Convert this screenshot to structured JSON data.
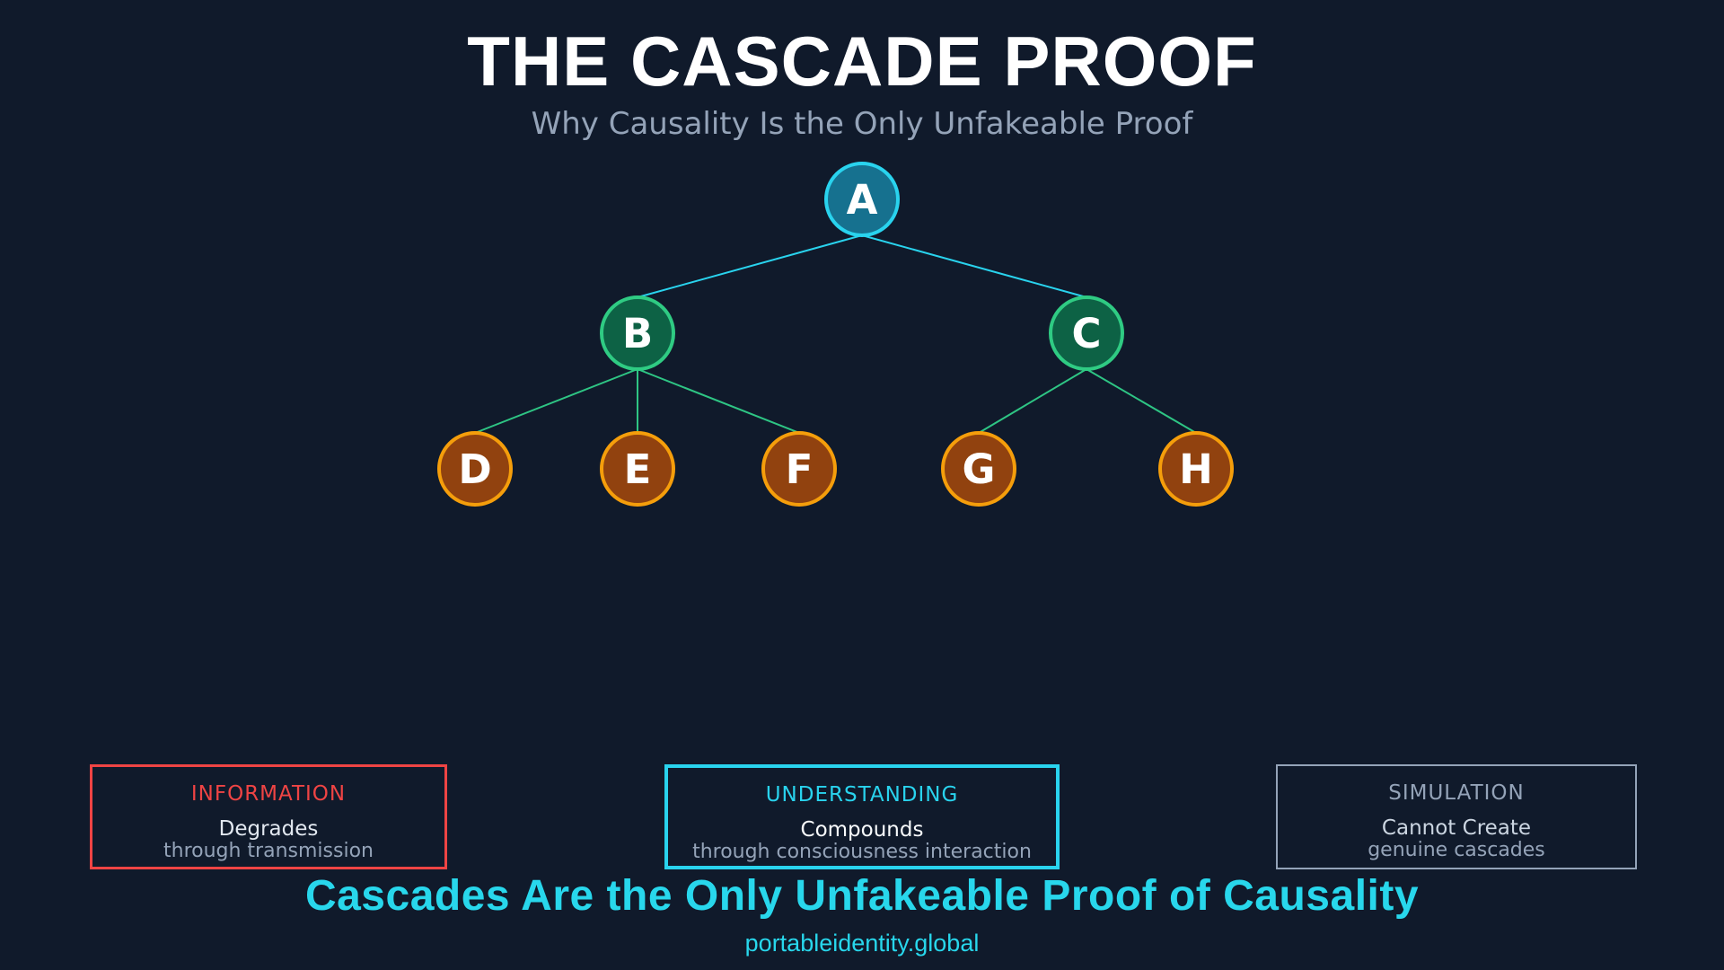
{
  "page": {
    "title": "THE CASCADE PROOF",
    "subtitle": "Why Causality Is the Only Unfakeable Proof",
    "headline": "Cascades Are the Only Unfakeable Proof of Causality",
    "website": "portableidentity.global",
    "background_color": "#101a2b",
    "headline_color": "#28d7ec"
  },
  "cascade_tree": {
    "nodes": [
      {
        "id": "A",
        "label": "A",
        "level": 0
      },
      {
        "id": "B",
        "label": "B",
        "level": 1
      },
      {
        "id": "C",
        "label": "C",
        "level": 1
      },
      {
        "id": "D",
        "label": "D",
        "level": 2
      },
      {
        "id": "E",
        "label": "E",
        "level": 2
      },
      {
        "id": "F",
        "label": "F",
        "level": 2
      },
      {
        "id": "G",
        "label": "G",
        "level": 2
      },
      {
        "id": "H",
        "label": "H",
        "level": 2
      }
    ],
    "edges": [
      "A-B",
      "A-C",
      "B-D",
      "B-E",
      "B-F",
      "C-G",
      "C-H"
    ],
    "node_colors": {
      "root": {
        "fill": "#16718f",
        "border": "#29d3ee"
      },
      "branch": {
        "fill": "#0d6245",
        "border": "#2fcb83"
      },
      "leaf": {
        "fill": "#91420f",
        "border": "#f59e0b"
      }
    },
    "edge_colors": {
      "from_root": "#29d3ee",
      "from_branch": "#2ec584"
    }
  },
  "cards": [
    {
      "title": "INFORMATION",
      "line1": "Degrades",
      "line2": "through transmission",
      "accent": "#ef4444"
    },
    {
      "title": "UNDERSTANDING",
      "line1": "Compounds",
      "line2": "through consciousness interaction",
      "accent": "#29d3ee"
    },
    {
      "title": "SIMULATION",
      "line1": "Cannot Create",
      "line2": "genuine cascades",
      "accent": "#94a3b8"
    }
  ]
}
